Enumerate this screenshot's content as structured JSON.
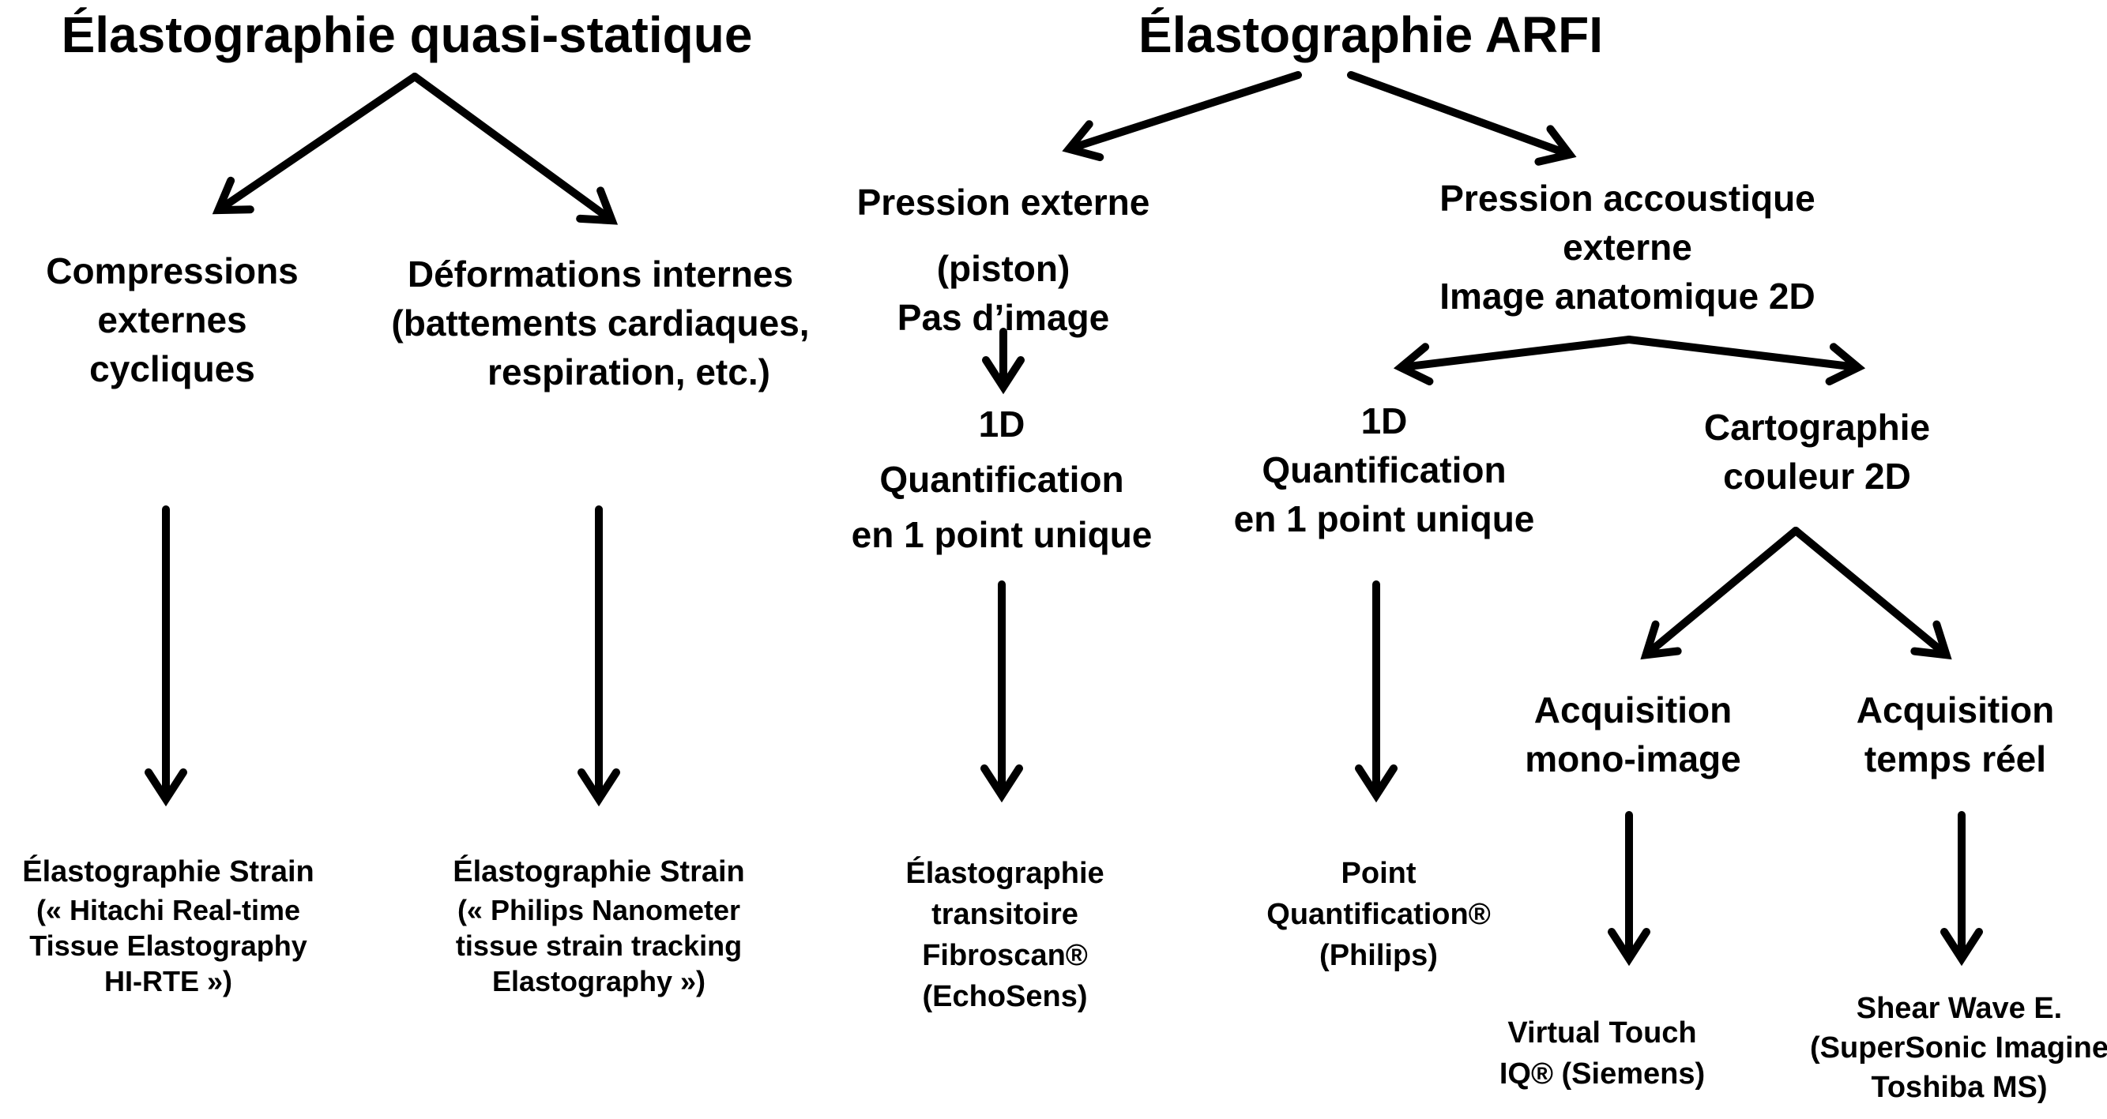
{
  "diagram": {
    "titles": {
      "quasi_static": "Élastographie quasi-statique",
      "arfi": "Élastographie ARFI"
    },
    "nodes": {
      "compressions": [
        "Compressions",
        "externes",
        "cycliques"
      ],
      "deformations": [
        "Déformations  internes",
        "(battements cardiaques,",
        "respiration, etc.)"
      ],
      "pression_externe": [
        "Pression externe",
        "(piston)",
        "Pas d’image"
      ],
      "pression_acoustique": [
        "Pression accoustique",
        "externe",
        "Image  anatomique  2D"
      ],
      "quant_1d_left": [
        "1D",
        "Quantification",
        "en  1 point unique"
      ],
      "quant_1d_right": [
        "1D",
        "Quantification",
        "en 1 point  unique"
      ],
      "cartographie": [
        "Cartographie",
        "couleur  2D"
      ],
      "acq_mono": [
        "Acquisition",
        "mono-image"
      ],
      "acq_temps_reel": [
        "Acquisition",
        "temps réel"
      ],
      "strain_hitachi": [
        "Élastographie  Strain",
        "(« Hitachi Real-time",
        "Tissue Elastography",
        "HI-RTE »)"
      ],
      "strain_philips": [
        "Élastographie  Strain",
        "(« Philips Nanometer",
        "tissue strain tracking",
        "Elastography »)"
      ],
      "fibroscan": [
        "Élastographie",
        "transitoire",
        "Fibroscan®",
        "(EchoSens)"
      ],
      "point_quant": [
        "Point",
        "Quantification®",
        "(Philips)"
      ],
      "virtual_touch": [
        "Virtual Touch",
        "IQ® (Siemens)"
      ],
      "shear_wave": [
        "Shear Wave E.",
        "(SuperSonic Imagine",
        "Toshiba MS)"
      ]
    },
    "colors": {
      "ink": "#000000",
      "background": "#ffffff"
    }
  }
}
